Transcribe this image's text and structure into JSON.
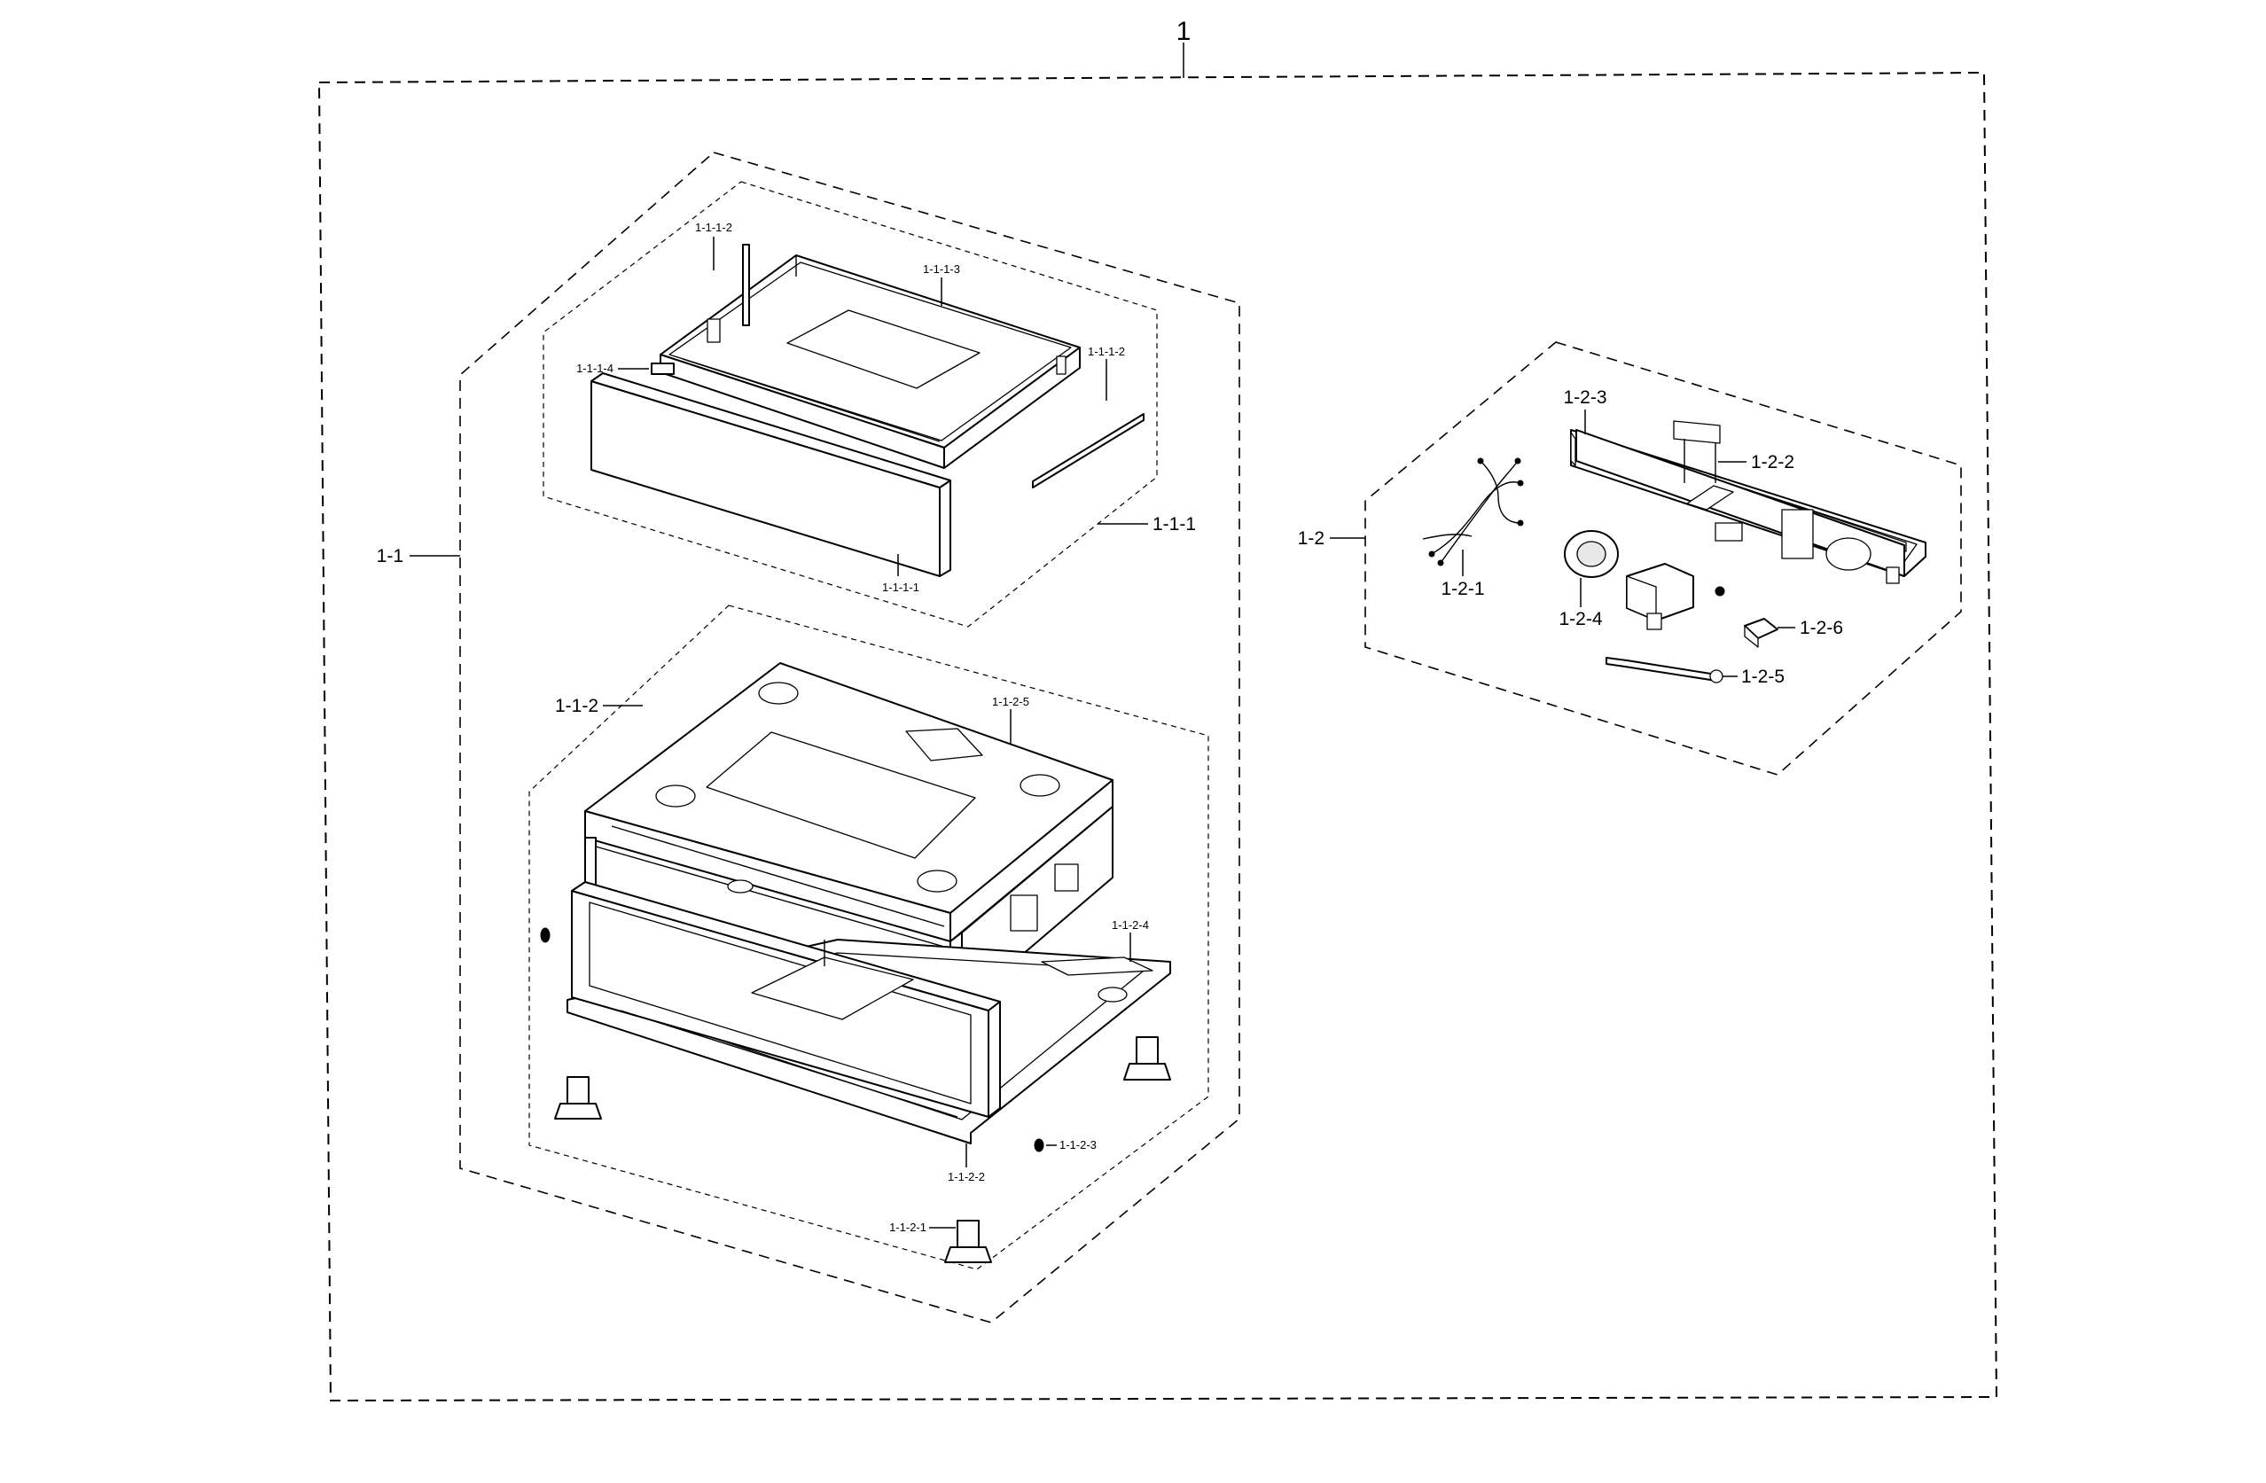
{
  "labels": {
    "assembly": "1",
    "frame_assembly": "1-1",
    "drawer_assembly": "1-1-1",
    "drawer_front": "1-1-1-1",
    "drawer_rail_left": "1-1-1-2",
    "drawer_rail_right": "1-1-1-2",
    "drawer_tray": "1-1-1-3",
    "drawer_bracket": "1-1-1-4",
    "pedestal_base": "1-1-2",
    "leveling_foot": "1-1-2-1",
    "base_frame": "1-1-2-2",
    "screw": "1-1-2-3",
    "base_bracket": "1-1-2-4",
    "top_cover": "1-1-2-5",
    "pump_assembly": "1-2",
    "wire_harness": "1-2-1",
    "cover_plate": "1-2-2",
    "mounting_plate": "1-2-3",
    "pump": "1-2-4",
    "hose": "1-2-5",
    "connector": "1-2-6"
  },
  "colors": {
    "ink": "#000000",
    "paper": "#ffffff"
  }
}
